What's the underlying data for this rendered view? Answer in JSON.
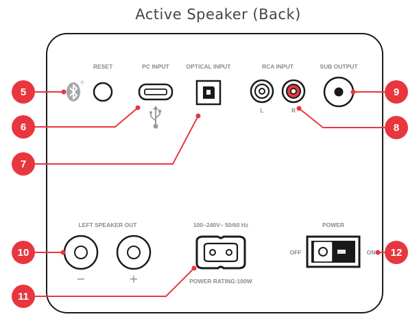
{
  "title": "Active Speaker (Back)",
  "labels": {
    "reset": "RESET",
    "pc_input": "PC INPUT",
    "optical_input": "OPTICAL INPUT",
    "rca_input": "RCA INPUT",
    "rca_left": "L",
    "rca_right": "R",
    "sub_output": "SUB OUTPUT",
    "left_speaker_out": "LEFT SPEAKER OUT",
    "minus": "−",
    "plus": "+",
    "voltage": "100~240V~ 50/60 Hz",
    "power_rating": "POWER RATING:100W",
    "power": "POWER",
    "off": "OFF",
    "on": "ON"
  },
  "callouts": [
    "5",
    "6",
    "7",
    "8",
    "9",
    "10",
    "11",
    "12"
  ],
  "colors": {
    "accent": "#e8363f",
    "outline": "#1a1a1a",
    "label": "#8a8a8a"
  },
  "icons": [
    "bluetooth-icon",
    "usb-icon"
  ]
}
